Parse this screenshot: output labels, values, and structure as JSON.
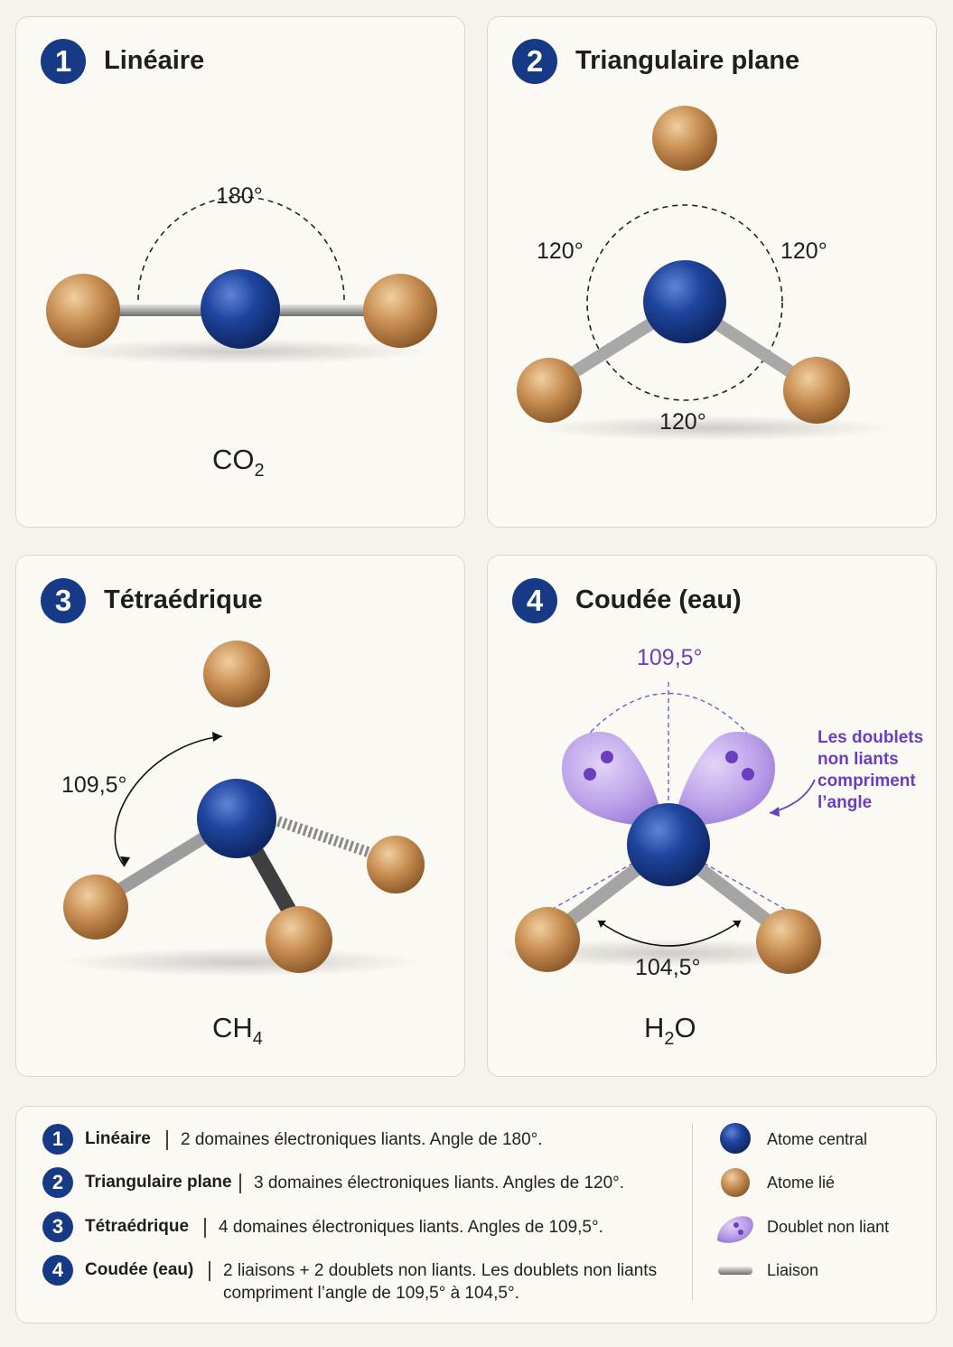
{
  "panels": [
    {
      "number": "1",
      "title": "Linéaire",
      "formula": {
        "main": "CO",
        "sub": "2",
        "after": ""
      },
      "angles": [
        "180°"
      ]
    },
    {
      "number": "2",
      "title": "Triangulaire plane",
      "angles": [
        "120°",
        "120°",
        "120°"
      ]
    },
    {
      "number": "3",
      "title": "Tétraédrique",
      "formula": {
        "main": "CH",
        "sub": "4",
        "after": ""
      },
      "angles": [
        "109,5°"
      ]
    },
    {
      "number": "4",
      "title": "Coudée (eau)",
      "formula": {
        "main": "H",
        "sub": "2",
        "after": "O"
      },
      "angles": [
        "109,5°",
        "104,5°"
      ],
      "note": [
        "Les doublets",
        "non liants",
        "compriment",
        "l’angle"
      ]
    }
  ],
  "legend": {
    "rows": [
      {
        "number": "1",
        "name": "Linéaire",
        "desc": "2 domaines électroniques liants. Angle de 180°."
      },
      {
        "number": "2",
        "name": "Triangulaire plane",
        "desc": "3 domaines électroniques liants. Angles de 120°."
      },
      {
        "number": "3",
        "name": "Tétraédrique",
        "desc": "4 domaines électroniques liants. Angles de 109,5°."
      },
      {
        "number": "4",
        "name": "Coudée (eau)",
        "desc": "2 liaisons + 2 doublets non liants. Les doublets non liants",
        "desc2": "compriment l’angle de 109,5° à 104,5°."
      }
    ],
    "key": [
      {
        "icon": "central-atom-icon",
        "label": "Atome central"
      },
      {
        "icon": "bonded-atom-icon",
        "label": "Atome lié"
      },
      {
        "icon": "lone-pair-icon",
        "label": "Doublet non liant"
      },
      {
        "icon": "bond-icon",
        "label": "Liaison"
      }
    ]
  },
  "colors": {
    "central_atom": "#1b3f97",
    "bonded_atom": "#c7935a",
    "lone_pair": "#b69be6",
    "accent_purple": "#6a3fbd",
    "badge": "#173a86"
  }
}
